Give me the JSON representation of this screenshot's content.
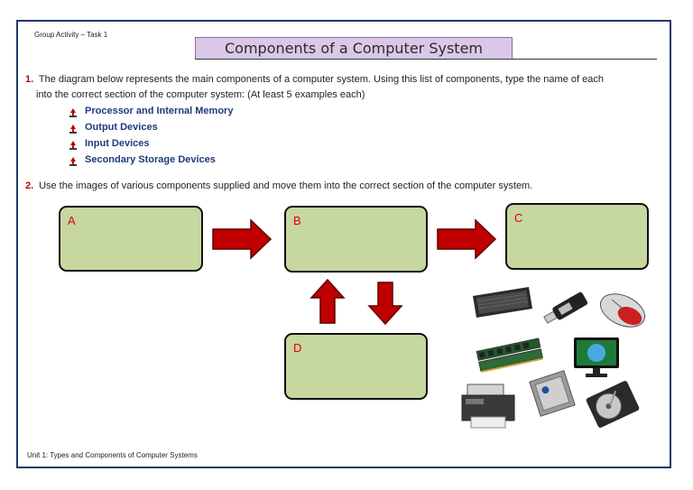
{
  "header": {
    "label": "Group Activity – Task 1",
    "title": "Components of a Computer System"
  },
  "question1": {
    "number": "1.",
    "line1": "The diagram below represents the main components of a computer system. Using this list of components, type the name of each",
    "line2": "into the correct section of the computer system: (At least 5 examples each)"
  },
  "components": [
    {
      "label": "Processor and Internal Memory"
    },
    {
      "label": "Output Devices"
    },
    {
      "label": "Input Devices"
    },
    {
      "label": "Secondary Storage Devices"
    }
  ],
  "question2": {
    "number": "2.",
    "text": "Use the images of various components supplied and move them into the correct section of the computer system."
  },
  "boxes": {
    "a": "A",
    "b": "B",
    "c": "C",
    "d": "D"
  },
  "images": [
    "keyboard-icon",
    "usb-drive-icon",
    "mouse-icon",
    "ram-icon",
    "monitor-icon",
    "printer-icon",
    "processor-icon",
    "hard-drive-icon"
  ],
  "footer": {
    "text": "Unit 1: Types and Components of Computer Systems"
  },
  "colors": {
    "box_fill": "#c6d79f",
    "arrow": "#c00000",
    "title_fill": "#d9c8e8",
    "label_red": "#e00000",
    "bullet_blue": "#1f3a7a"
  }
}
